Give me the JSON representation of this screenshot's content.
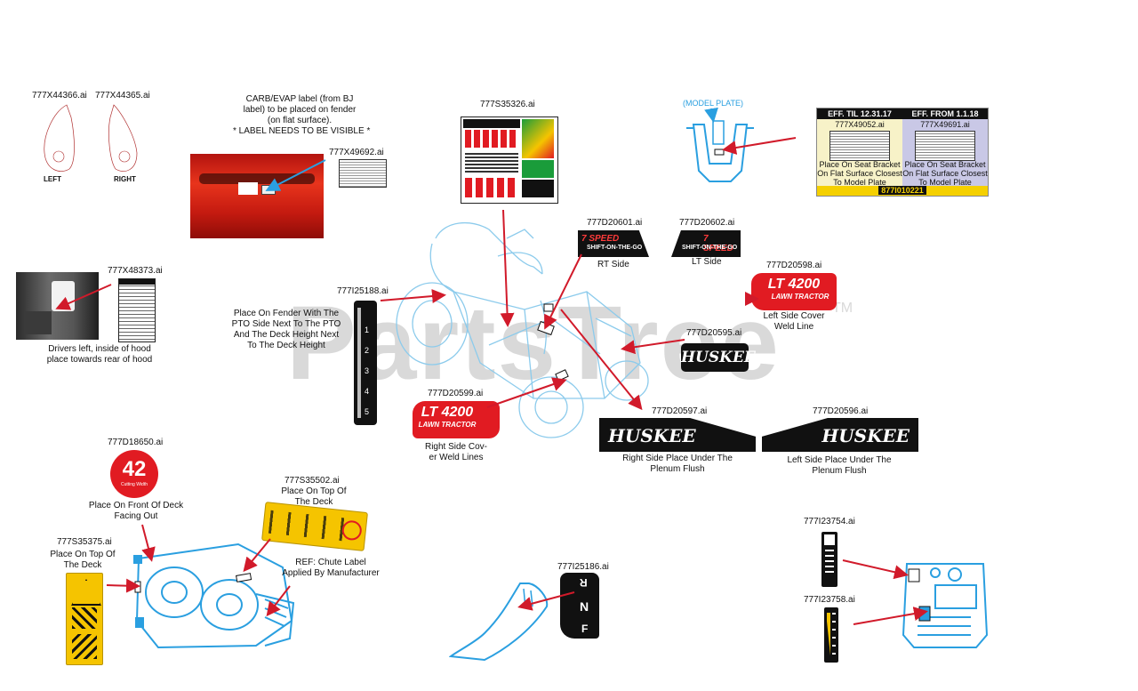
{
  "watermark": {
    "text": "PartsTree",
    "tm": "TM"
  },
  "parts": {
    "p44366": "777X44366.ai",
    "p44365": "777X44365.ai",
    "left": "LEFT",
    "right": "RIGHT",
    "carb_note": [
      "CARB/EVAP label (from BJ",
      "label) to be placed on fender",
      "(on flat surface).",
      "* LABEL NEEDS TO BE VISIBLE *"
    ],
    "p49692": "777X49692.ai",
    "p35326": "777S35326.ai",
    "model_plate": "(MODEL PLATE)",
    "eff_til": "EFF. TIL 12.31.17",
    "eff_from": "EFF. FROM 1.1.18",
    "p49052": "777X49052.ai",
    "p49691": "777X49691.ai",
    "seat_note_left": [
      "Place On Seat Bracket",
      "On Flat Surface Closest",
      "To Model Plate"
    ],
    "seat_note_right": [
      "Place On Seat Bracket",
      "On Flat Surface Closest",
      "To Model Plate"
    ],
    "p10221": "877I010221",
    "p48373": "777X48373.ai",
    "drivers_note": [
      "Drivers left, inside of hood",
      "place towards rear of hood"
    ],
    "p25188": "777I25188.ai",
    "fender_note": [
      "Place On Fender With The",
      "PTO Side Next To The PTO",
      "And The Deck Height Next",
      "To The Deck Height"
    ],
    "p20601": "777D20601.ai",
    "p20602": "777D20602.ai",
    "rt_side": "RT Side",
    "lt_side": "LT Side",
    "speed_text": "7 SPEED",
    "shift_text": "SHIFT-ON-THE-GO",
    "p20598": "777D20598.ai",
    "lt4200": "LT 4200",
    "lawn_tractor": "LAWN TRACTOR",
    "left_cover_note": [
      "Left Side Cover",
      "Weld Line"
    ],
    "p20595": "777D20595.ai",
    "huskee": "HUSKEE",
    "p20599": "777D20599.ai",
    "right_cover_note": [
      "Right Side Cov-",
      "er Weld Lines"
    ],
    "p20597": "777D20597.ai",
    "p20596": "777D20596.ai",
    "right_plenum_note": [
      "Right Side Place Under The",
      "Plenum Flush"
    ],
    "left_plenum_note": [
      "Left Side Place Under The",
      "Plenum Flush"
    ],
    "p18650": "777D18650.ai",
    "cutting_num": "42",
    "cutting_text": "Cutting Width",
    "front_deck_note": [
      "Place On Front Of Deck",
      "Facing Out"
    ],
    "p35502": "777S35502.ai",
    "top_deck_note": [
      "Place On Top Of",
      "The Deck"
    ],
    "p35375": "777S35375.ai",
    "top_deck_note2": [
      "Place On Top Of",
      "The Deck"
    ],
    "chute_note": [
      "REF: Chute Label",
      "Applied By Manufacturer"
    ],
    "p25186": "777I25186.ai",
    "p23754": "777I23754.ai",
    "p23758": "777I23758.ai",
    "gear_r": "R",
    "gear_n": "N",
    "gear_f": "F",
    "deck_heights": [
      "1",
      "2",
      "3",
      "4",
      "5"
    ]
  },
  "colors": {
    "red": "#e11b22",
    "blue": "#2a9fe0",
    "yellow": "#f5c400",
    "arrow": "#d11a2a"
  }
}
